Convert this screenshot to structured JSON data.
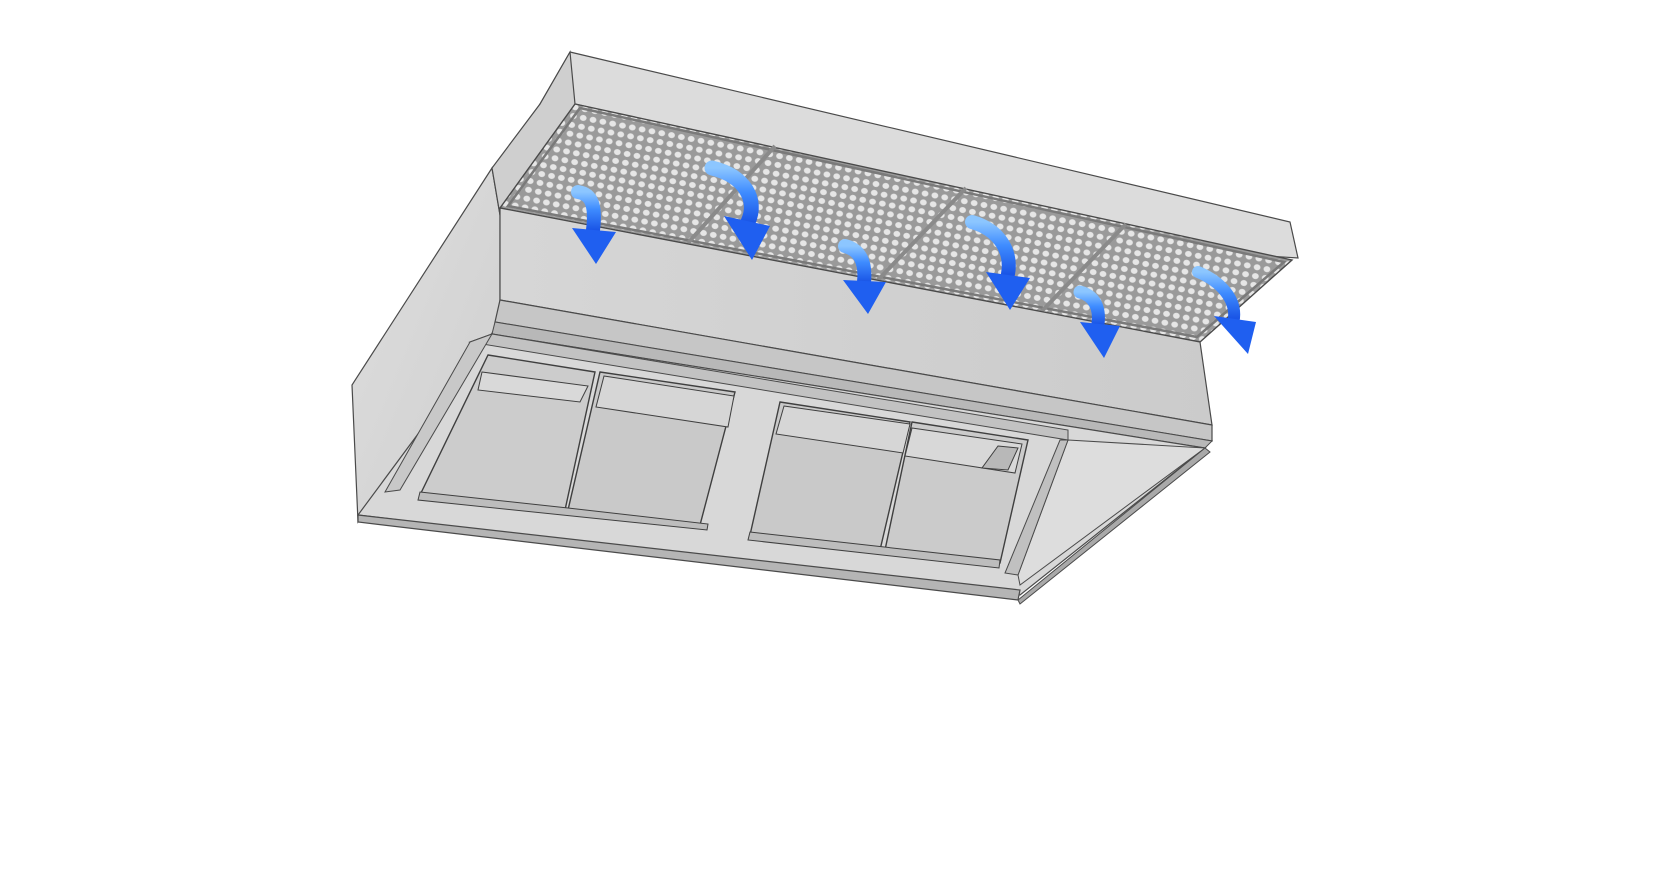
{
  "figure": {
    "subject": "kitchen-exhaust-hood-underside",
    "airflow_arrow_count": 6,
    "filter_panel_count": 4,
    "colors": {
      "background": "#ffffff",
      "hood_body": "#cfcfcf",
      "hood_light": "#dcdcdc",
      "hood_dark": "#a9a9a9",
      "outline": "#4a4a4a",
      "mesh": "#bdbdbd",
      "arrow_light": "#6fb3ff",
      "arrow_dark": "#1a55e6"
    }
  }
}
